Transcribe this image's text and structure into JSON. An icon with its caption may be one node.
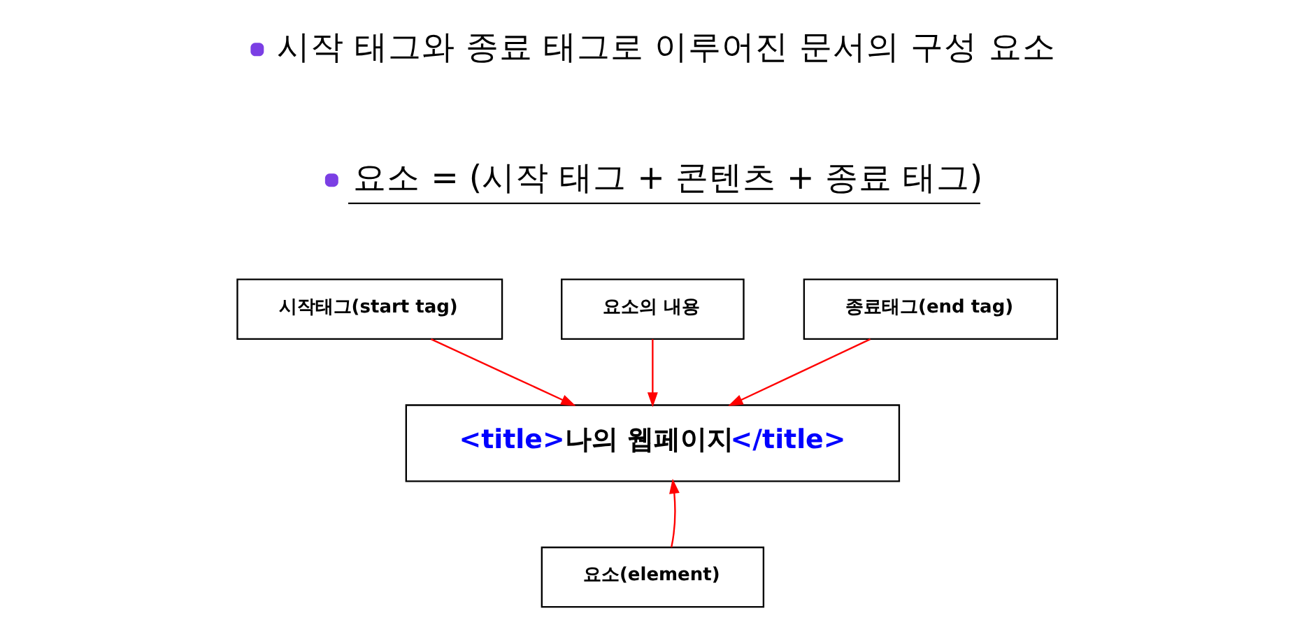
{
  "diagram": {
    "nodes": [
      {
        "text": [
          "시작태그(start tag)"
        ]
      },
      {
        "text": [
          "요소의 내용"
        ]
      },
      {
        "text": [
          "종료태그(end tag)"
        ]
      },
      {
        "text": [
          "<title>나의 웹페이지</title>"
        ]
      },
      {
        "text": [
          "요소(element)"
        ]
      }
    ],
    "edges": [
      {
        "from": 0,
        "to": 3,
        "arrow": "to"
      },
      {
        "from": 1,
        "to": 3,
        "arrow": "to"
      },
      {
        "from": 2,
        "to": 3,
        "arrow": "to"
      },
      {
        "from": 4,
        "to": 3,
        "arrow": "to"
      }
    ],
    "labels": [
      "시작 태그와 종료 태그로 이루어진 문서의 구성 요소",
      "요소 = (시작 태그 + 콘텐츠 + 종료 태그)"
    ]
  }
}
